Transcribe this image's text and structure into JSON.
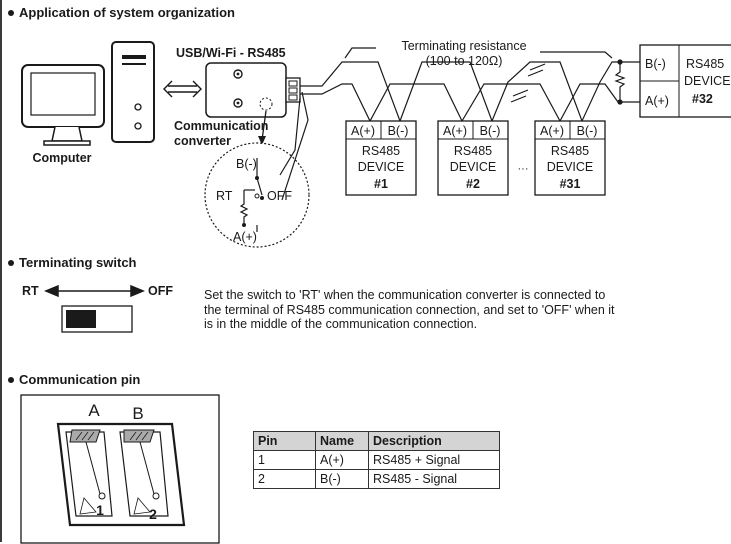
{
  "sections": {
    "system_organization": "Application of system organization",
    "terminating_switch": "Terminating switch",
    "communication_pin": "Communication pin"
  },
  "system_diagram": {
    "computer_label": "Computer",
    "converter_title": "USB/Wi-Fi - RS485",
    "converter_caption_line1": "Communication",
    "converter_caption_line2": "converter",
    "terminating_resistance_line1": "Terminating resistance",
    "terminating_resistance_line2": "(100 to 120Ω)",
    "zoom": {
      "b_minus": "B(-)",
      "a_plus": "A(+)",
      "rt": "RT",
      "off": "OFF"
    },
    "devices": [
      {
        "a_label": "A(+)",
        "b_label": "B(-)",
        "line1": "RS485",
        "line2": "DEVICE",
        "number": "#1"
      },
      {
        "a_label": "A(+)",
        "b_label": "B(-)",
        "line1": "RS485",
        "line2": "DEVICE",
        "number": "#2"
      },
      {
        "a_label": "A(+)",
        "b_label": "B(-)",
        "line1": "RS485",
        "line2": "DEVICE",
        "number": "#31"
      }
    ],
    "ellipsis": "···",
    "last_device": {
      "b_label": "B(-)",
      "a_label": "A(+)",
      "line1": "RS485",
      "line2": "DEVICE",
      "number": "#32"
    }
  },
  "terminating_switch": {
    "left_label": "RT",
    "right_label": "OFF",
    "description_lines": [
      "Set the switch to 'RT' when the communication converter is connected to",
      "the terminal of RS485 communication connection, and set to 'OFF' when it",
      "is in the middle of the communication connection."
    ]
  },
  "communication_pin": {
    "label_a": "A",
    "label_b": "B",
    "label_1": "1",
    "label_2": "2",
    "table": {
      "headers": [
        "Pin",
        "Name",
        "Description"
      ],
      "rows": [
        [
          "1",
          "A(+)",
          "RS485 + Signal"
        ],
        [
          "2",
          "B(-)",
          "RS485 - Signal"
        ]
      ]
    }
  }
}
